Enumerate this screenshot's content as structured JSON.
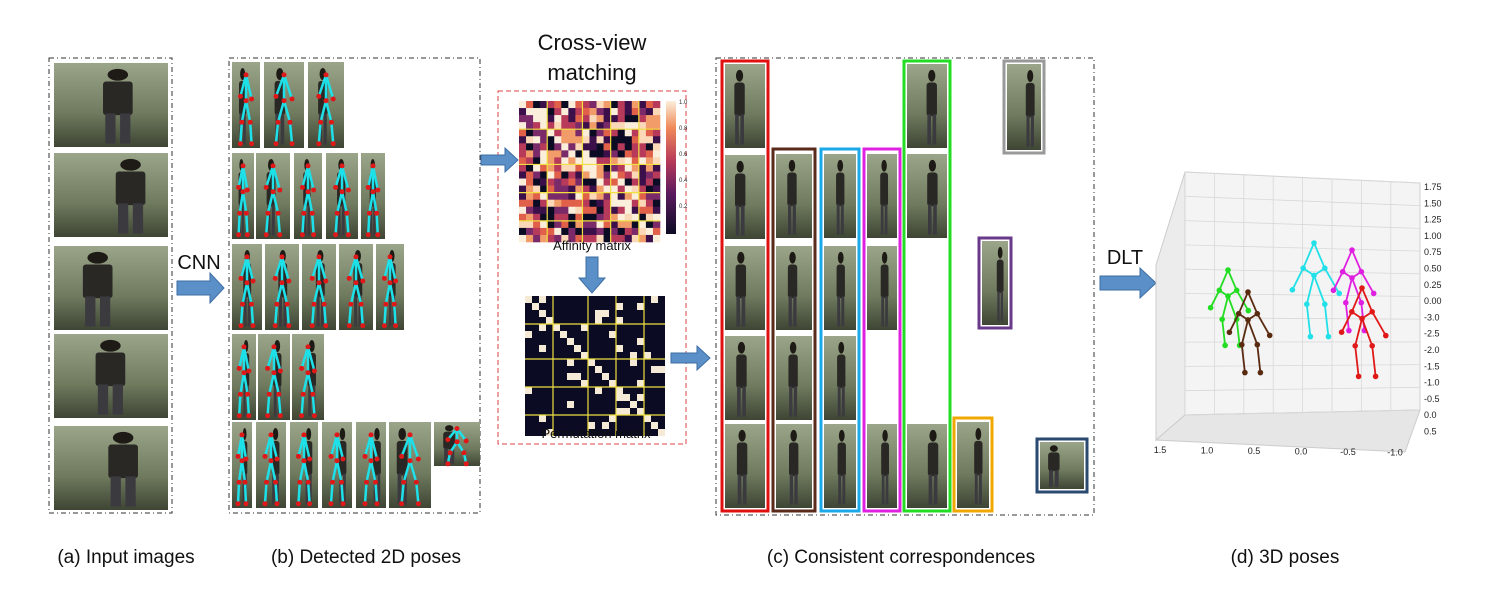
{
  "panels": {
    "a": {
      "caption": "(a) Input images"
    },
    "b": {
      "caption": "(b) Detected 2D poses"
    },
    "c": {
      "caption": "(c) Consistent correspondences"
    },
    "d": {
      "caption": "(d) 3D poses"
    }
  },
  "arrows": {
    "cnn": "CNN",
    "dlt": "DLT"
  },
  "matching": {
    "title_line1": "Cross-view",
    "title_line2": "matching",
    "affinity_label": "Affinity matrix",
    "permutation_label": "Permutation matrix",
    "colorbar_ticks": [
      "1.0",
      "0.8",
      "0.6",
      "0.4",
      "0.2"
    ]
  },
  "plot3d": {
    "z_ticks": [
      "1.75",
      "1.50",
      "1.25",
      "1.00",
      "0.75",
      "0.50",
      "0.25",
      "0.00",
      "-3.0",
      "-2.5",
      "-2.0",
      "-1.5",
      "-1.0",
      "-0.5",
      "0.0",
      "0.5"
    ],
    "x_ticks": [
      "1.5",
      "1.0",
      "0.5",
      "0.0",
      "-0.5",
      "-1.0"
    ],
    "skeleton_colors": [
      "#22dd22",
      "#5a2a10",
      "#22e0e8",
      "#e020e0",
      "#e01818"
    ]
  },
  "correspondence_colors": [
    "#e01010",
    "#5a2a1a",
    "#1aa8e8",
    "#e020e0",
    "#22dd22",
    "#f0a800",
    "#999999",
    "#6a3a8a",
    "#2a4a70"
  ]
}
